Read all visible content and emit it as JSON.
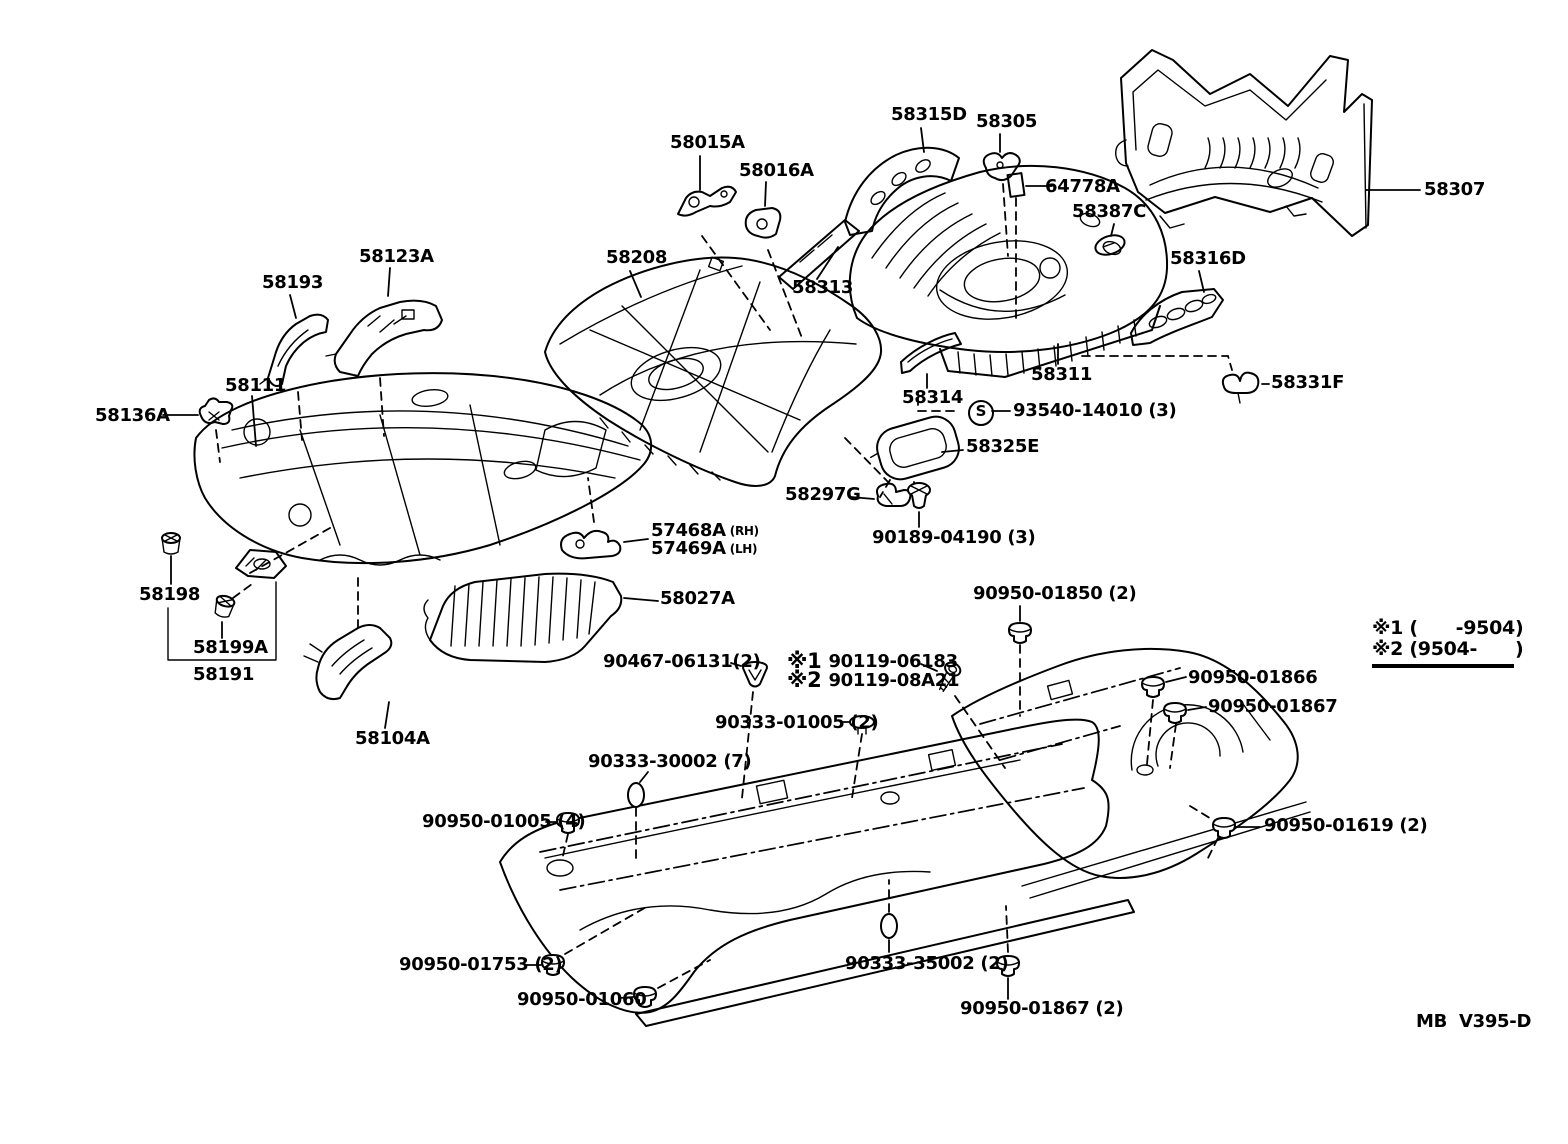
{
  "diagram": {
    "type": "parts-diagram",
    "subject": "floor-pan-and-lower-back-panel",
    "page_code": "MB  V395-D",
    "line_color": "#000000",
    "background_color": "#ffffff",
    "s_symbol": "S",
    "legend": [
      "※1 (      -9504)",
      "※2 (9504-      )"
    ],
    "labels": [
      {
        "id": "58315D",
        "text": "58315D"
      },
      {
        "id": "58305",
        "text": "58305"
      },
      {
        "id": "64778A",
        "text": "64778A"
      },
      {
        "id": "58387C",
        "text": "58387C"
      },
      {
        "id": "58307",
        "text": "58307"
      },
      {
        "id": "58015A",
        "text": "58015A"
      },
      {
        "id": "58016A",
        "text": "58016A"
      },
      {
        "id": "58208",
        "text": "58208"
      },
      {
        "id": "58313",
        "text": "58313"
      },
      {
        "id": "58316D",
        "text": "58316D"
      },
      {
        "id": "58123A",
        "text": "58123A"
      },
      {
        "id": "58193",
        "text": "58193"
      },
      {
        "id": "58111",
        "text": "58111"
      },
      {
        "id": "58136A",
        "text": "58136A"
      },
      {
        "id": "58311",
        "text": "58311"
      },
      {
        "id": "58331F",
        "text": "58331F"
      },
      {
        "id": "58314",
        "text": "58314"
      },
      {
        "id": "93540-14010",
        "text": "93540-14010 (3)"
      },
      {
        "id": "58325E",
        "text": "58325E"
      },
      {
        "id": "58297G",
        "text": "58297G"
      },
      {
        "id": "90189-04190",
        "text": "90189-04190 (3)"
      },
      {
        "id": "57468A",
        "text": "57468A",
        "suffix": "(RH)"
      },
      {
        "id": "57469A",
        "text": "57469A",
        "suffix": "(LH)"
      },
      {
        "id": "58027A",
        "text": "58027A"
      },
      {
        "id": "58198",
        "text": "58198"
      },
      {
        "id": "58199A",
        "text": "58199A"
      },
      {
        "id": "58191",
        "text": "58191"
      },
      {
        "id": "58104A",
        "text": "58104A"
      },
      {
        "id": "90467-06131",
        "text": "90467-06131(2)"
      },
      {
        "id": "90119-06183",
        "prefix": "※1",
        "text": "90119-06183"
      },
      {
        "id": "90119-08A21",
        "prefix": "※2",
        "text": "90119-08A21"
      },
      {
        "id": "90950-01850",
        "text": "90950-01850 (2)"
      },
      {
        "id": "90950-01866",
        "text": "90950-01866"
      },
      {
        "id": "90950-01867",
        "text": "90950-01867"
      },
      {
        "id": "90333-01005",
        "text": "90333-01005 (2)"
      },
      {
        "id": "90333-30002",
        "text": "90333-30002 (7)"
      },
      {
        "id": "90950-01005",
        "text": "90950-01005 (4)"
      },
      {
        "id": "90950-01619",
        "text": "90950-01619 (2)"
      },
      {
        "id": "90950-01753",
        "text": "90950-01753 (2)"
      },
      {
        "id": "90333-35002",
        "text": "90333-35002 (2)"
      },
      {
        "id": "90950-01060",
        "text": "90950-01060"
      },
      {
        "id": "90950-01867-2",
        "text": "90950-01867 (2)"
      }
    ]
  }
}
